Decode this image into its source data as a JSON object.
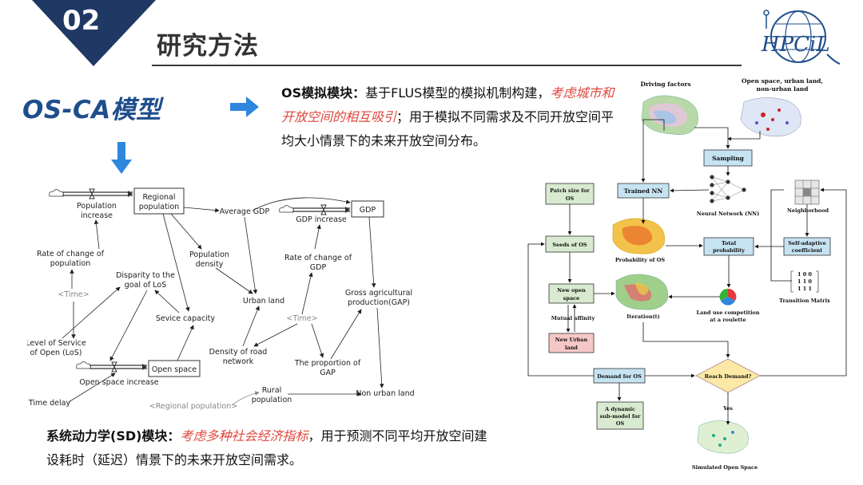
{
  "header": {
    "section_number": "02",
    "section_title": "研究方法"
  },
  "colors": {
    "navy": "#1f3864",
    "blue_arrow": "#2e86de",
    "highlight_red": "#e0463c",
    "model_title": "#1f4e8c",
    "flus_box_blue": "#c6e3f2",
    "flus_box_green": "#d8ead0",
    "flus_box_pink": "#f6c7c7",
    "flus_diamond": "#fde9a6"
  },
  "logo": {
    "text": "HPCiL",
    "icon": "globe-logo-icon"
  },
  "model_title": "OS-CA模型",
  "os_paragraph": {
    "bold": "OS模拟模块：",
    "text1": "基于FLUS模型的模拟机制构建，",
    "highlight": "考虑城市和开放空间的相互吸引",
    "text2": "；用于模拟不同需求及不同开放空间平均大小情景下的未来开放空间分布。"
  },
  "sd_paragraph": {
    "bold": "系统动力学(SD)模块：",
    "highlight": "考虑多种社会经济指标",
    "text": "，用于预测不同平均开放空间建设耗时（延迟）情景下的未来开放空间需求。"
  },
  "sd_diagram": {
    "stocks": {
      "regional_population": [
        "Regional",
        "population"
      ],
      "gdp": "GDP",
      "open_space": "Open space"
    },
    "flows": {
      "population_increase": [
        "Population",
        "increase"
      ],
      "gdp_increase": "GDP increase",
      "open_space_increase": "Open space increase"
    },
    "variables": {
      "average_gdp": "Average GDP",
      "population_density": [
        "Population",
        "density"
      ],
      "rate_change_population": [
        "Rate of change of",
        "population"
      ],
      "disparity_goal": [
        "Disparity to the",
        "goal of LoS"
      ],
      "time_left": "<Time>",
      "time_mid": "<Time>",
      "service_capacity": "Sevice capacity",
      "level_of_service": [
        "Level of Service",
        "of Open (LoS)"
      ],
      "urban_land": "Urban land",
      "rate_change_gdp": [
        "Rate of change of",
        "GDP"
      ],
      "gross_agricultural": [
        "Gross agricultural",
        "production(GAP)"
      ],
      "density_road": [
        "Density of road",
        "network"
      ],
      "proportion_gap": [
        "The proportion of",
        "GAP"
      ],
      "time_delay": "Time delay",
      "regional_population_shadow": "<Regional population>",
      "rural_population": [
        "Rural",
        "population"
      ],
      "non_urban_land": "Non urban land"
    }
  },
  "flus_diagram": {
    "driving_factors": "Driving factors",
    "land_classes": [
      "Open space, urban land,",
      "non-urban land"
    ],
    "sampling": "Sampling",
    "trained_nn": "Trained NN",
    "neural_network": "Neural Network (NN)",
    "neighborhood": "Neighborhood",
    "patch_size": [
      "Patch size for",
      "OS"
    ],
    "seeds_of_os": "Seeds of OS",
    "probability_of_os": "Probability of OS",
    "total_probability": [
      "Total",
      "probability"
    ],
    "self_adaptive": [
      "Self-adaptive",
      "coefficient"
    ],
    "transition_matrix": "Transition Matrix",
    "matrix_rows": [
      "1  0  0",
      "1  1  0",
      "1  1  1"
    ],
    "new_open_space": [
      "New open",
      "space"
    ],
    "iteration": "Iteration(t)",
    "roulette": [
      "Land use competition",
      "at a roulette"
    ],
    "mutual_affinity": "Mutual affinity",
    "new_urban_land": [
      "New Urban",
      "land"
    ],
    "demand_for_os": "Demand for OS",
    "reach_demand": "Reach Demand?",
    "yes": "Yes",
    "dynamic_sub_model": [
      "A dynamic",
      "sub-model for",
      "OS"
    ],
    "simulated_open_space": "Simulated Open Space"
  }
}
